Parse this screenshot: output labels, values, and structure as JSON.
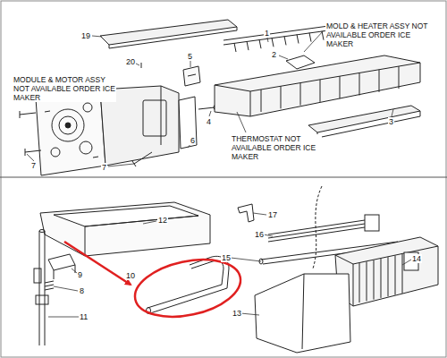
{
  "diagram": {
    "labels": [
      "19",
      "20",
      "5",
      "1",
      "MOLD & HEATER ASSY NOT AVAILABLE ORDER ICE MAKER",
      "2",
      "MODULE & MOTOR ASSY NOT AVAILABLE ORDER ICE MAKER",
      "4",
      "3",
      "THERMOSTAT NOT AVAILABLE ORDER ICE MAKER",
      "7",
      "6",
      "7",
      "12",
      "17",
      "16",
      "15",
      "14",
      "9",
      "10",
      "8",
      "13",
      "11"
    ]
  }
}
